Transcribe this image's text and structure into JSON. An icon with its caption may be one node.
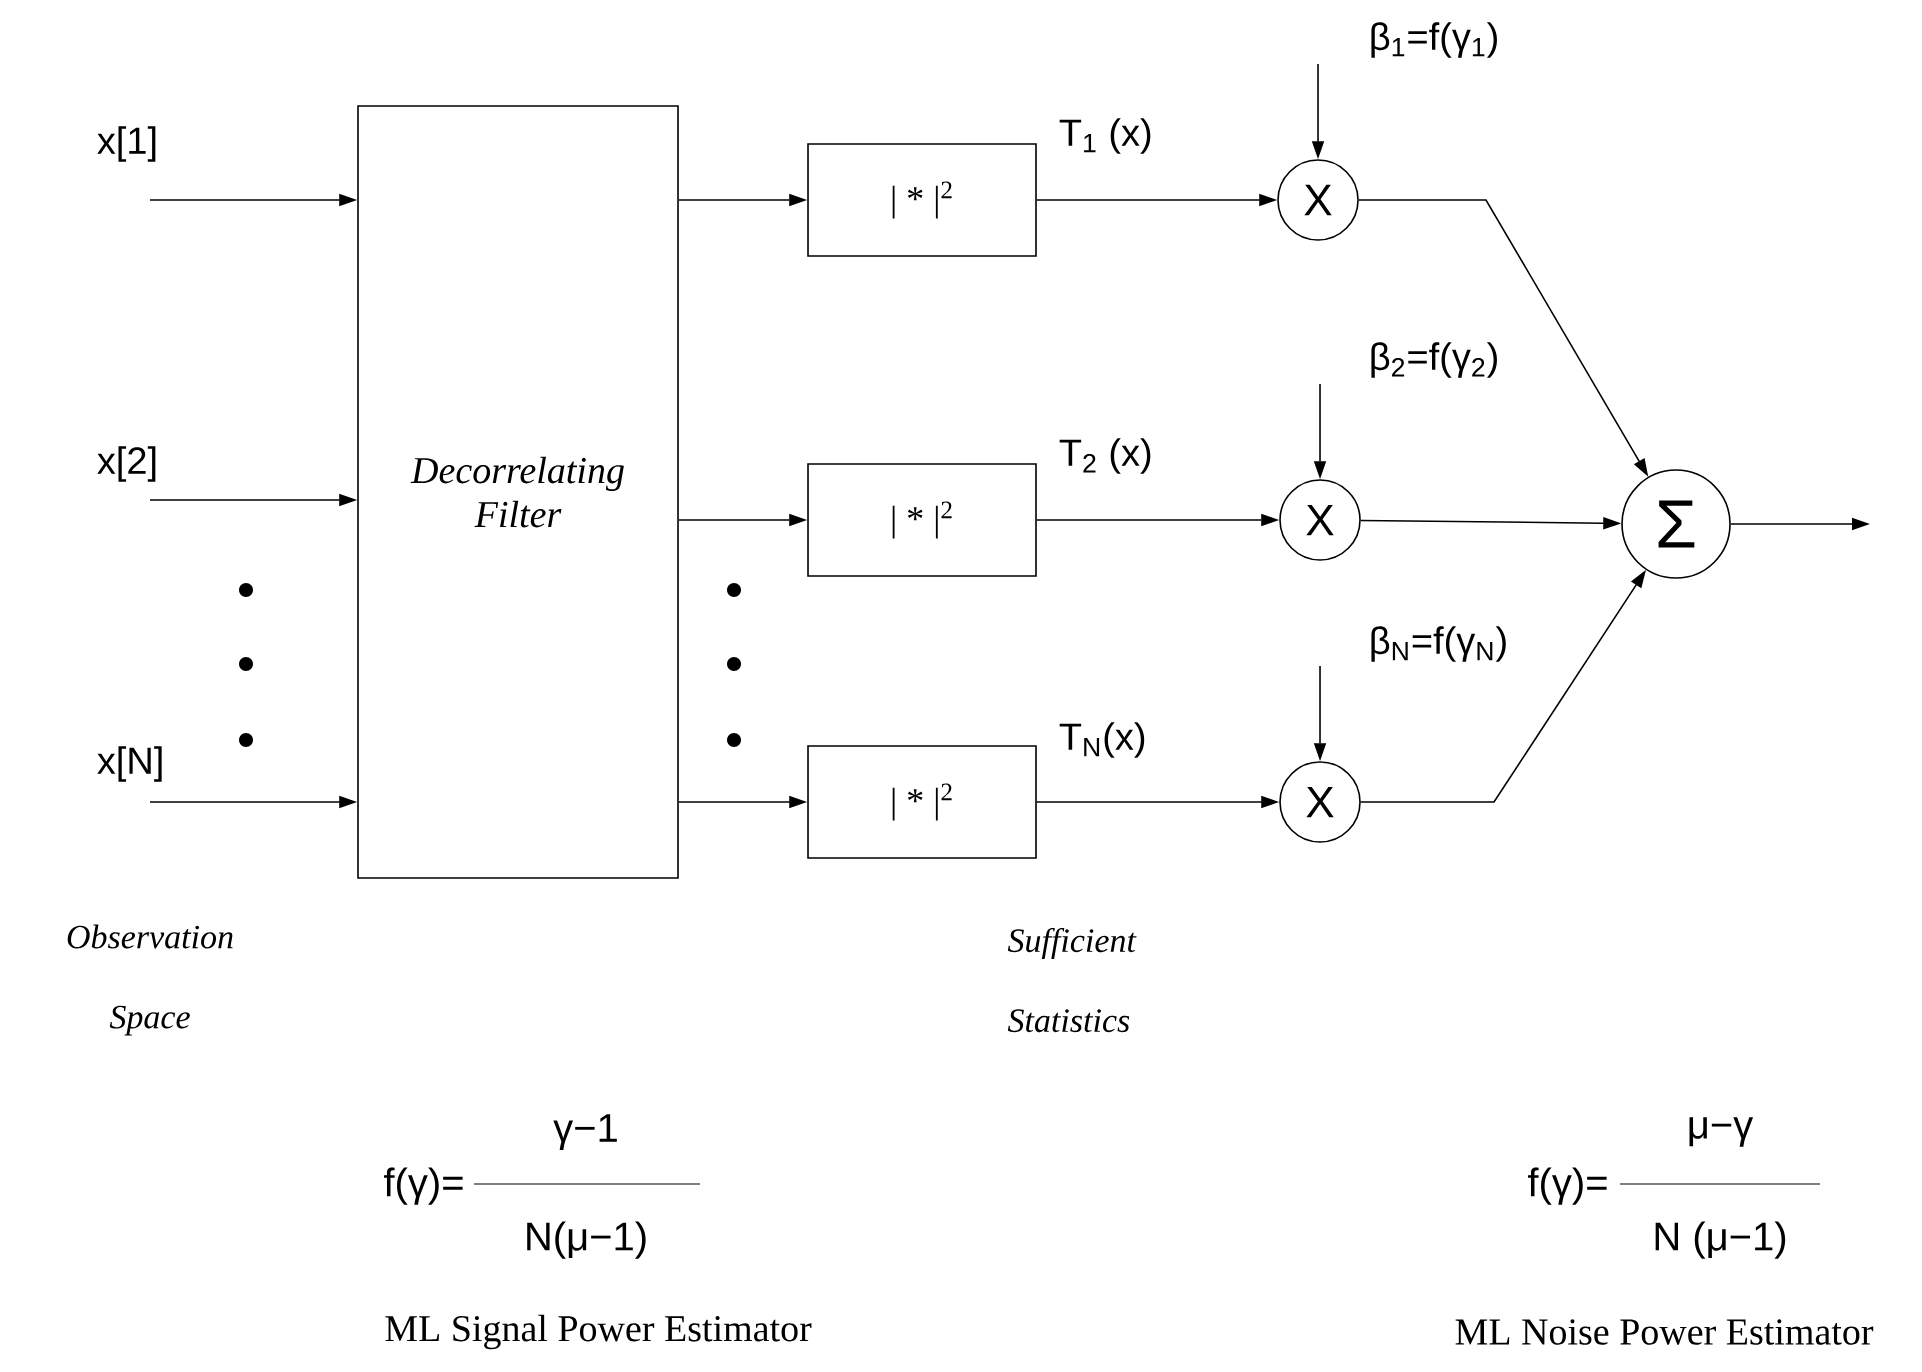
{
  "diagram": {
    "nodes": [
      {
        "text": [
          "Decorrelating Filter"
        ]
      },
      {
        "text": [
          "| * |$^{2}$"
        ]
      },
      {
        "text": [
          "| * |$^{2}$"
        ]
      },
      {
        "text": [
          "| * |$^{2}$"
        ]
      },
      {
        "text": [
          "X"
        ]
      },
      {
        "text": [
          "X"
        ]
      },
      {
        "text": [
          "X"
        ]
      },
      {
        "text": [
          "Σ"
        ]
      }
    ],
    "edges": [
      {
        "from": null,
        "to": 0,
        "arrow": "to",
        "label": "x[1]"
      },
      {
        "from": null,
        "to": 0,
        "arrow": "to",
        "label": "x[2]"
      },
      {
        "from": null,
        "to": 0,
        "arrow": "to",
        "label": "x[N]"
      },
      {
        "from": 0,
        "to": 1,
        "arrow": "to"
      },
      {
        "from": 0,
        "to": 2,
        "arrow": "to"
      },
      {
        "from": 0,
        "to": 3,
        "arrow": "to"
      },
      {
        "from": 1,
        "to": 4,
        "arrow": "to",
        "label": "T$_{1}$ (x)"
      },
      {
        "from": 2,
        "to": 5,
        "arrow": "to",
        "label": "T$_{2}$ (x)"
      },
      {
        "from": 3,
        "to": 6,
        "arrow": "to",
        "label": "T$_{N}$(x)"
      },
      {
        "from": null,
        "to": 4,
        "arrow": "to",
        "label": "β$_{1}$=f(γ$_{1}$)"
      },
      {
        "from": null,
        "to": 5,
        "arrow": "to",
        "label": "β$_{2}$=f(γ$_{2}$)"
      },
      {
        "from": null,
        "to": 6,
        "arrow": "to",
        "label": "β$_{N}$=f(γ$_{N}$)"
      },
      {
        "from": 4,
        "to": 7,
        "arrow": "to"
      },
      {
        "from": 5,
        "to": 7,
        "arrow": "to"
      },
      {
        "from": 6,
        "to": 7,
        "arrow": "to"
      },
      {
        "from": 7,
        "to": null,
        "arrow": "to"
      }
    ],
    "labels": [
      "Observation Space",
      "Sufficient Statistics",
      "f(γ)=",
      "γ−1",
      "N(μ−1)",
      "f(γ)=",
      "μ−γ",
      "N (μ−1)",
      "ML Signal Power Estimator",
      "ML Noise Power Estimator"
    ]
  }
}
